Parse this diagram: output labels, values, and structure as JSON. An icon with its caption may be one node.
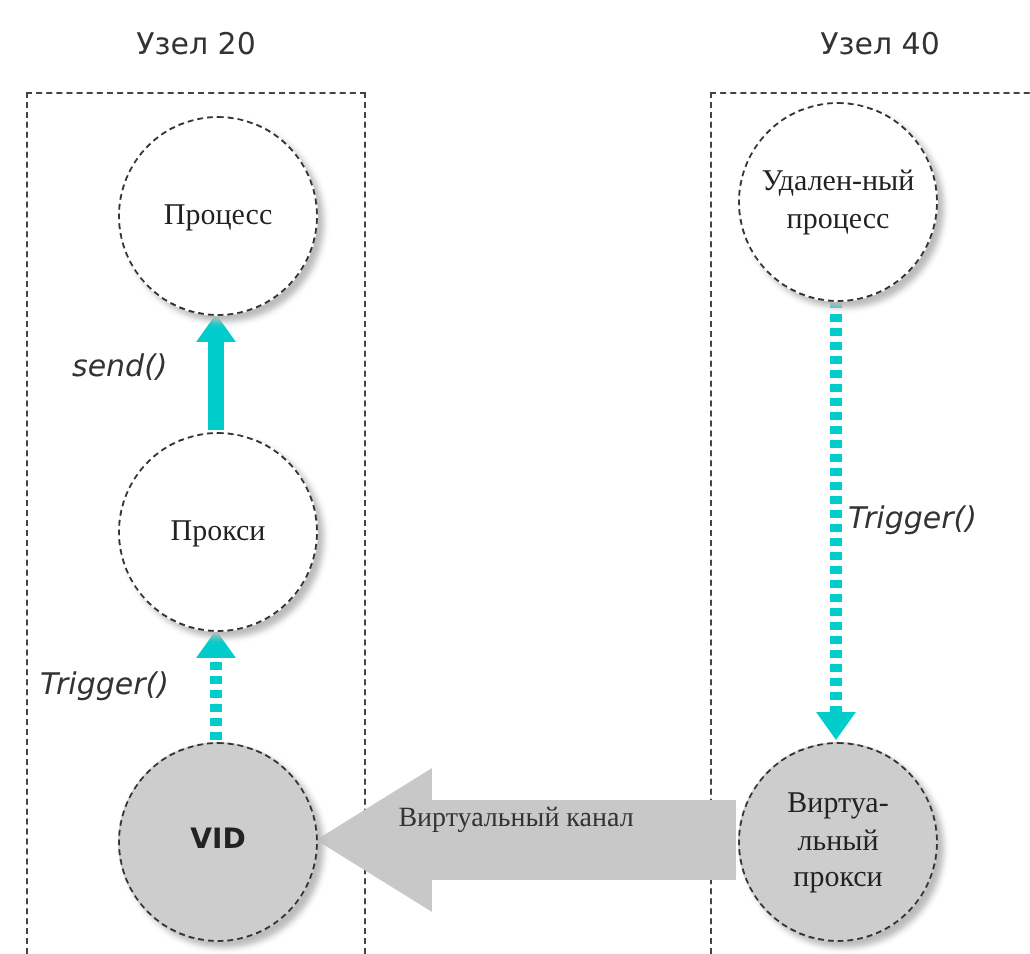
{
  "diagram": {
    "nodes": [
      {
        "text": [
          "Узел 20"
        ]
      },
      {
        "text": [
          "Процесс"
        ],
        "in": 0
      },
      {
        "text": [
          "Прокси"
        ],
        "in": 0
      },
      {
        "text": [
          "VID"
        ],
        "in": 0
      },
      {
        "text": [
          "Узел 40"
        ]
      },
      {
        "text": [
          "Удален-ный процесс"
        ],
        "in": 4
      },
      {
        "text": [
          "Виртуа-льный прокси"
        ],
        "in": 4
      }
    ],
    "edges": [
      {
        "from": 2,
        "to": 1,
        "arrow": "to",
        "label": "send()"
      },
      {
        "from": 3,
        "to": 2,
        "arrow": "to",
        "label": "Trigger()",
        "style": "dashed"
      },
      {
        "from": 5,
        "to": 6,
        "arrow": "to",
        "label": "Trigger()",
        "style": "dashed"
      },
      {
        "from": 6,
        "to": 3,
        "arrow": "to",
        "label": "Виртуальный канал",
        "style": "thick",
        "color": "#c8c8c8"
      }
    ]
  }
}
